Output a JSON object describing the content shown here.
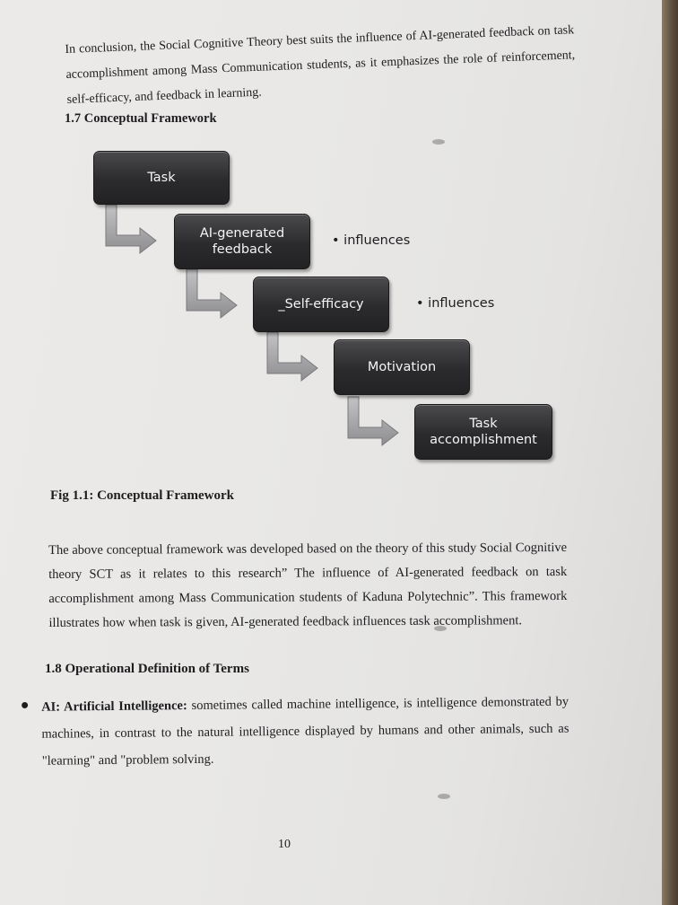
{
  "intro": {
    "text": "In conclusion, the Social Cognitive Theory best suits the influence of AI-generated feedback on task accomplishment among Mass Communication students, as it emphasizes the role of reinforcement, self-efficacy, and feedback in learning."
  },
  "section_1_7": {
    "heading": "1.7 Conceptual Framework"
  },
  "diagram": {
    "boxes": [
      {
        "label": "Task"
      },
      {
        "label_line1": "AI-generated",
        "label_line2": "feedback"
      },
      {
        "label": "_Self-efficacy"
      },
      {
        "label": "Motivation"
      },
      {
        "label_line1": "Task",
        "label_line2": "accomplishment"
      }
    ],
    "annotations": [
      "• influences",
      "• influences"
    ],
    "box_color": "#2b2b2d",
    "arrow_color": "#9a9a9c"
  },
  "figure": {
    "caption": "Fig 1.1: Conceptual Framework"
  },
  "body_paragraph": {
    "text": "The above conceptual framework was developed based on the theory of this study Social Cognitive theory SCT as it relates to this research” The influence of AI-generated feedback on task accomplishment among Mass Communication students of Kaduna Polytechnic”. This framework illustrates how when task is given, AI-generated feedback influences task accomplishment."
  },
  "section_1_8": {
    "heading": "1.8 Operational Definition of Terms"
  },
  "definitions": [
    {
      "term": "AI: Artificial Intelligence:",
      "definition": "sometimes called machine intelligence, is intelligence demonstrated by machines, in contrast to the natural intelligence displayed by humans and other animals, such as \"learning\" and \"problem solving."
    }
  ],
  "page": {
    "number": "10"
  }
}
